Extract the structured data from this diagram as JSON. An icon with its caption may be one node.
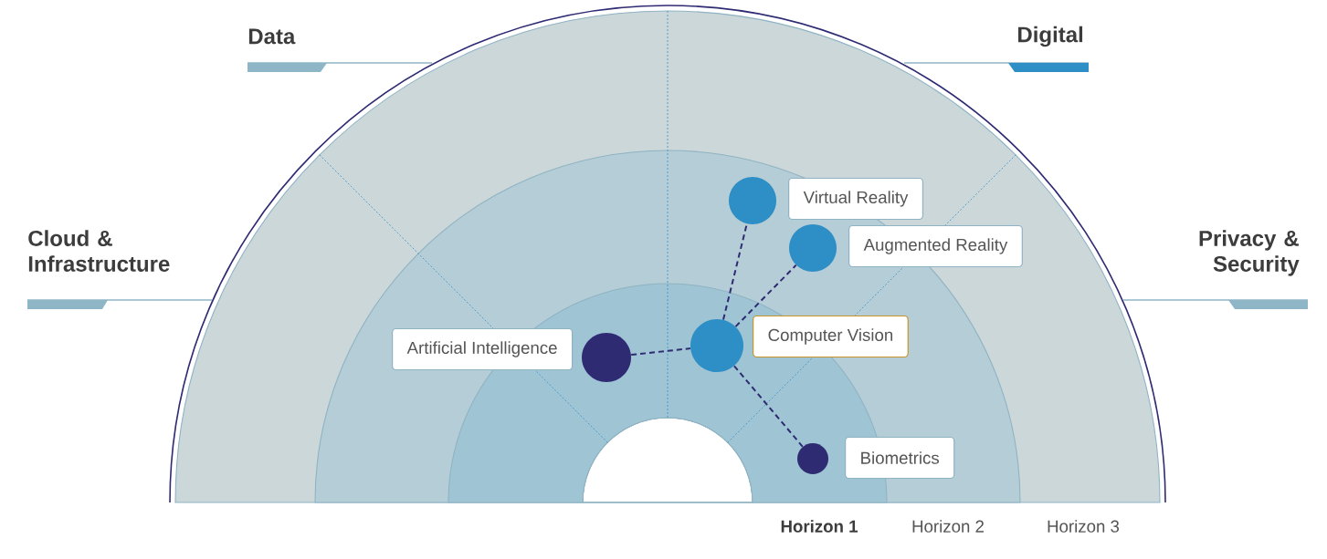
{
  "diagram": {
    "nodes": [
      {
        "text": [],
        "shape": "circle"
      },
      {
        "text": [
          "Virtual Reality"
        ]
      },
      {
        "text": [],
        "shape": "circle"
      },
      {
        "text": [
          "Augmented Reality"
        ]
      },
      {
        "text": [
          "Artificial Intelligence"
        ]
      },
      {
        "text": [],
        "shape": "circle"
      },
      {
        "text": [],
        "shape": "circle"
      },
      {
        "text": [
          "Computer Vision"
        ]
      },
      {
        "text": [],
        "shape": "circle"
      },
      {
        "text": [
          "Biometrics"
        ]
      }
    ],
    "edges": [
      {
        "from": 6,
        "to": 0,
        "arrow": "none",
        "style": "dashed"
      },
      {
        "from": 6,
        "to": 2,
        "arrow": "none",
        "style": "dashed"
      },
      {
        "from": 5,
        "to": 6,
        "arrow": "none",
        "style": "dashed"
      },
      {
        "from": 6,
        "to": 8,
        "arrow": "none",
        "style": "dashed"
      }
    ],
    "labels": [
      "Data",
      "Digital",
      "Cloud & Infrastructure",
      "Privacy & Security",
      "Horizon 1",
      "Horizon 2",
      "Horizon 3"
    ]
  }
}
